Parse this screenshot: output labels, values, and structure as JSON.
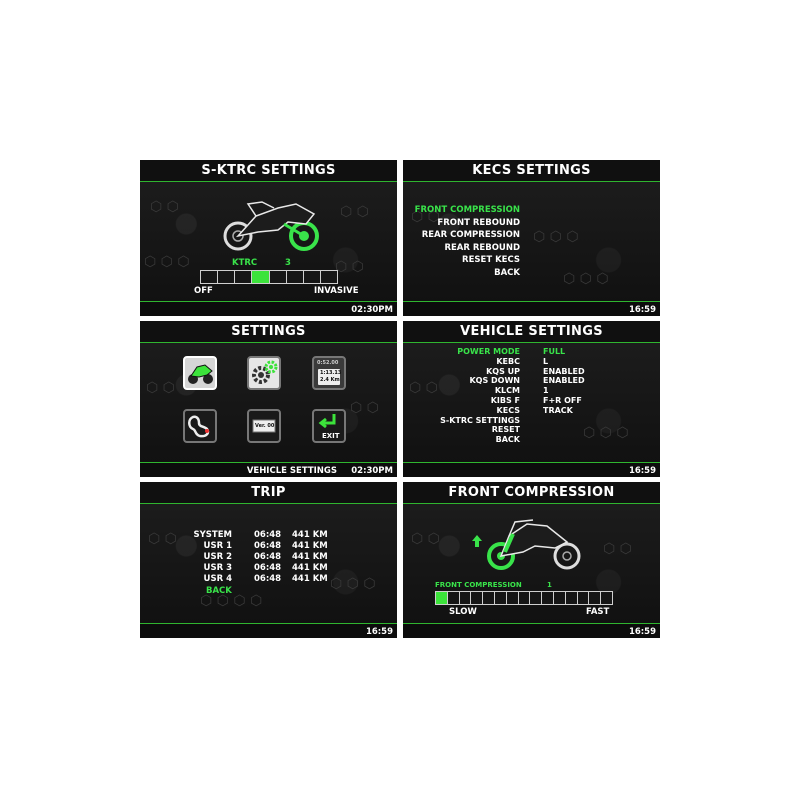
{
  "screens": {
    "sktrc": {
      "title": "S-KTRC SETTINGS",
      "ktrc_label": "KTRC",
      "ktrc_value": "3",
      "min_label": "OFF",
      "max_label": "INVASIVE",
      "time": "02:30PM",
      "level": 4,
      "segments": 8
    },
    "kecs": {
      "title": "KECS SETTINGS",
      "items": [
        "FRONT COMPRESSION",
        "FRONT REBOUND",
        "REAR COMPRESSION",
        "REAR REBOUND",
        "RESET KECS",
        "BACK"
      ],
      "selected_index": 0,
      "time": "16:59"
    },
    "settings": {
      "title": "SETTINGS",
      "footer_label": "VEHICLE SETTINGS",
      "time": "02:30PM",
      "lap_widget": [
        "0:52.00",
        "1:13.13",
        "2.4 Km"
      ],
      "ver_label": "Ver. 00",
      "exit_label": "EXIT",
      "icons": [
        "motorcycle-icon",
        "gears-icon",
        "lap-timer-icon",
        "track-map-icon",
        "version-icon",
        "exit-icon"
      ]
    },
    "vehicle": {
      "title": "VEHICLE SETTINGS",
      "rows": [
        {
          "label": "POWER MODE",
          "value": "FULL",
          "highlight": true
        },
        {
          "label": "KEBC",
          "value": "L"
        },
        {
          "label": "KQS UP",
          "value": "ENABLED"
        },
        {
          "label": "KQS DOWN",
          "value": "ENABLED"
        },
        {
          "label": "KLCM",
          "value": "1"
        },
        {
          "label": "KIBS F",
          "value": "F+R OFF"
        },
        {
          "label": "KECS",
          "value": "TRACK"
        },
        {
          "label": "S-KTRC SETTINGS",
          "value": ""
        },
        {
          "label": "RESET",
          "value": ""
        },
        {
          "label": "BACK",
          "value": ""
        }
      ],
      "time": "16:59"
    },
    "trip": {
      "title": "TRIP",
      "rows": [
        {
          "name": "SYSTEM",
          "time": "06:48",
          "dist": "441 KM"
        },
        {
          "name": "USR  1",
          "time": "06:48",
          "dist": "441 KM"
        },
        {
          "name": "USR  2",
          "time": "06:48",
          "dist": "441 KM"
        },
        {
          "name": "USR  3",
          "time": "06:48",
          "dist": "441 KM"
        },
        {
          "name": "USR  4",
          "time": "06:48",
          "dist": "441 KM"
        }
      ],
      "back_label": "BACK",
      "time": "16:59"
    },
    "front": {
      "title": "FRONT COMPRESSION",
      "param_label": "FRONT COMPRESSION",
      "param_value": "1",
      "min_label": "SLOW",
      "max_label": "FAST",
      "level": 1,
      "segments": 15,
      "time": "16:59"
    }
  }
}
